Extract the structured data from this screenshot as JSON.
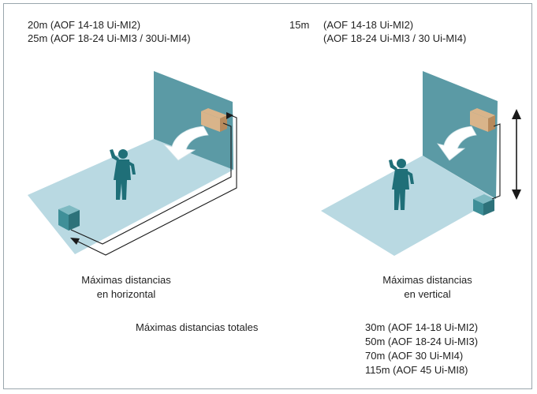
{
  "horizontal": {
    "distance_lines": [
      "20m (AOF 14-18 Ui-MI2)",
      "25m (AOF 18-24 Ui-MI3 / 30Ui-MI4)"
    ],
    "caption_lines": [
      "Máximas distancias",
      "en horizontal"
    ]
  },
  "vertical": {
    "distance_label": "15m",
    "distance_lines": [
      "(AOF 14-18 Ui-MI2)",
      "(AOF 18-24 Ui-MI3 / 30 Ui-MI4)"
    ],
    "caption_lines": [
      "Máximas distancias",
      "en vertical"
    ]
  },
  "totals": {
    "label": "Máximas distancias totales",
    "lines": [
      "30m (AOF 14-18 Ui-MI2)",
      "50m (AOF 18-24 Ui-MI3)",
      "70m (AOF 30 Ui-MI4)",
      "115m (AOF 45 Ui-MI8)"
    ]
  },
  "colors": {
    "wall": "#5b9aa5",
    "floor": "#b9d9e2",
    "person": "#1f6f78",
    "indoor_unit": "#d9b48a",
    "outdoor_unit": "#3f8f98",
    "pipe": "#1a1a1a"
  }
}
